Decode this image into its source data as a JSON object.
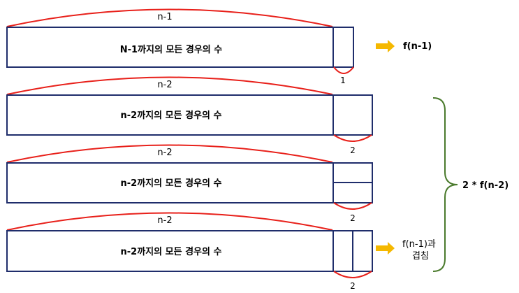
{
  "rows": [
    {
      "span_label": "n-1",
      "box_text": "N-1까지의 모든 경우의 수",
      "tail_label": "1",
      "tail_kind": "single"
    },
    {
      "span_label": "n-2",
      "box_text": "n-2까지의 모든 경우의 수",
      "tail_label": "2",
      "tail_kind": "square"
    },
    {
      "span_label": "n-2",
      "box_text": "n-2까지의 모든 경우의 수",
      "tail_label": "2",
      "tail_kind": "horizontal-split"
    },
    {
      "span_label": "n-2",
      "box_text": "n-2까지의 모든 경우의 수",
      "tail_label": "2",
      "tail_kind": "vertical-split"
    }
  ],
  "annotations": {
    "f_n1": "f(n-1)",
    "two_f_n2": "2 * f(n-2)",
    "overlap_line1": "f(n-1)과",
    "overlap_line2": "겹침"
  },
  "colors": {
    "box_stroke": "#1f2d6b",
    "arc": "#e8201a",
    "arrow": "#f5b800",
    "brace": "#4a7a2c"
  }
}
